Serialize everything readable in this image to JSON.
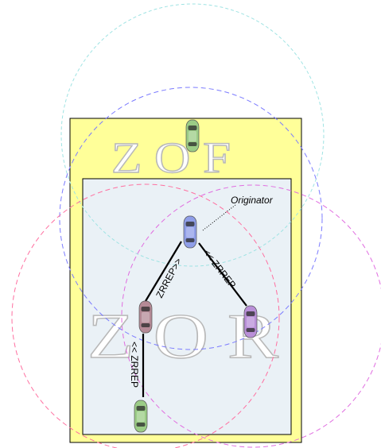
{
  "zones": {
    "outer_label": "Z O F",
    "inner_label": "Z O R"
  },
  "originator_label": "Originator",
  "messages": {
    "left_up": "ZRREP>>",
    "right_down": "<< ZRREP",
    "bottom": "<< ZRREP"
  },
  "colors": {
    "outer_zone_fill": "#ffff99",
    "inner_zone_fill": "#eaf1f6",
    "originator_car": "#8f9ee8",
    "left_car": "#b58a96",
    "right_car": "#b98fd8",
    "green_car": "#9bcc86",
    "cyan_range": "#9fe3e3",
    "blue_range": "#7b7bff",
    "pink_range": "#ff6fa0",
    "magenta_range": "#e06de0"
  }
}
